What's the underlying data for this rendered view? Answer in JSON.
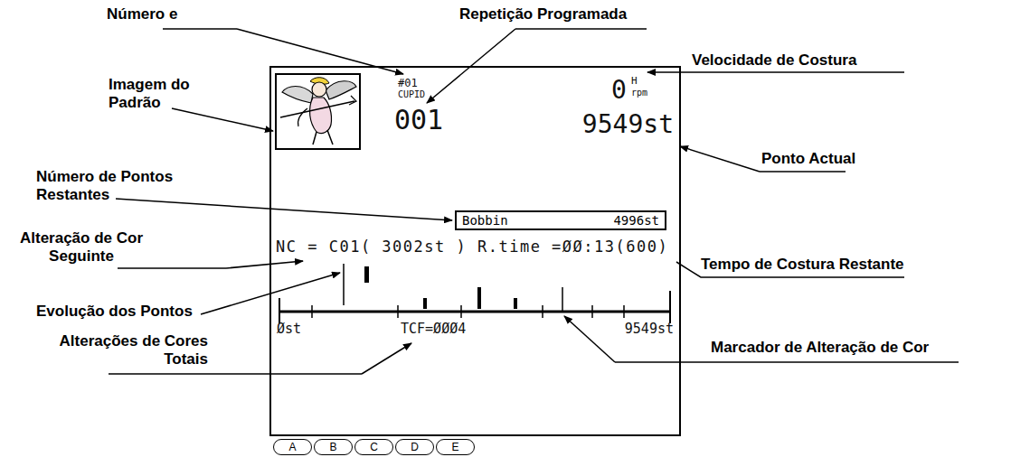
{
  "diagram": {
    "nodes": [
      {
        "text": [
          "#01",
          "CUPID",
          "001",
          "0",
          "H",
          "rpm",
          "9549st",
          "NC = C01( 3002st ) R.time =ØØ:13(600)",
          "Øst",
          "TCF=ØØØ4",
          "9549st"
        ]
      },
      {
        "text": [
          "Bobbin",
          "4996st"
        ],
        "in": 0
      },
      {
        "text": [
          "A"
        ]
      },
      {
        "text": [
          "B"
        ]
      },
      {
        "text": [
          "C"
        ]
      },
      {
        "text": [
          "D"
        ]
      },
      {
        "text": [
          "E"
        ]
      }
    ],
    "labels": [
      "Número e",
      "Repetição Programada",
      "Velocidade de Costura",
      "Imagem do Padrão",
      "Ponto Actual",
      "Número de Pontos Restantes",
      "Alteração de Cor Seguinte",
      "Tempo de Costura Restante",
      "Evolução dos Pontos",
      "Alterações de Cores Totais",
      "Marcador de Alteração de Cor"
    ]
  }
}
